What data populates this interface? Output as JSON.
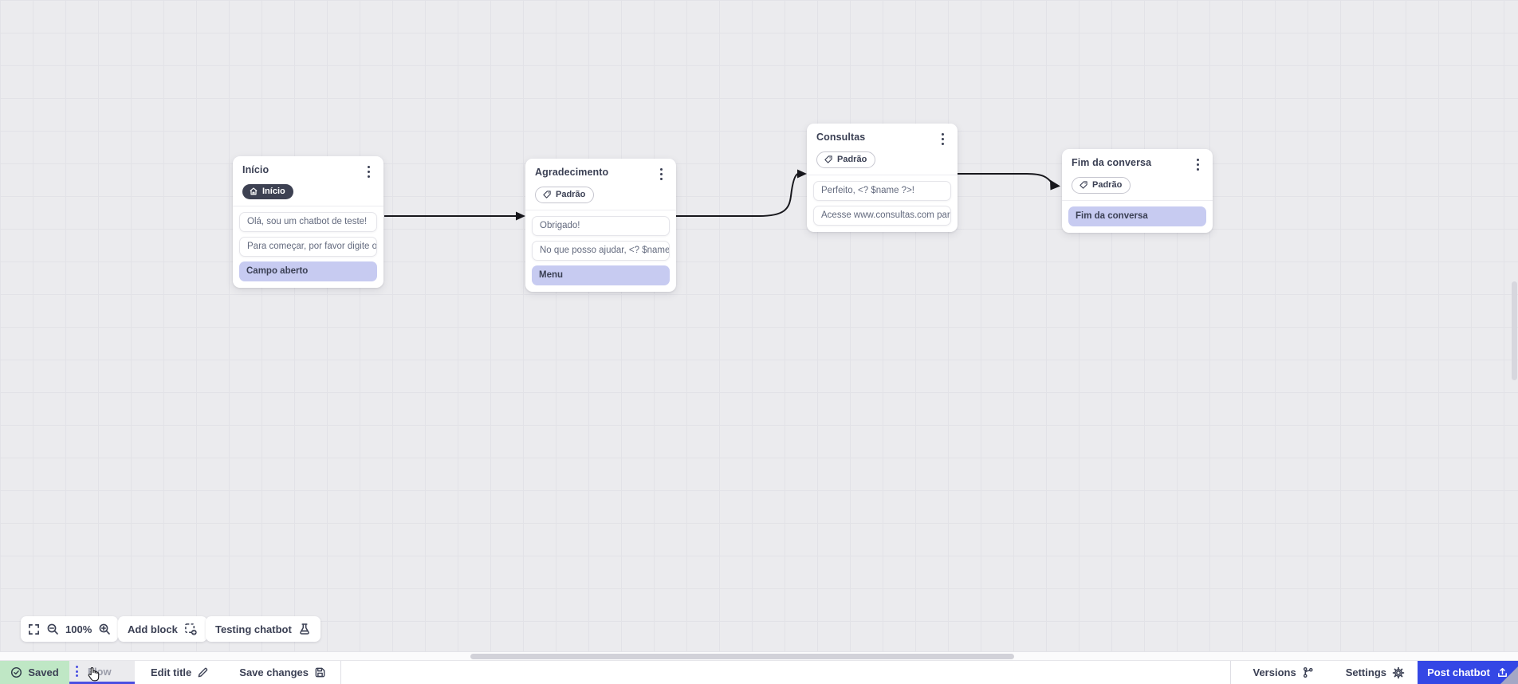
{
  "canvas": {
    "nodes": [
      {
        "title": "Início",
        "badge": {
          "label": "Início",
          "style": "dark",
          "icon": "home-icon"
        },
        "items": [
          {
            "type": "message",
            "text": "Olá, sou um chatbot de teste!"
          },
          {
            "type": "message",
            "text": "Para começar, por favor digite o ..."
          },
          {
            "type": "block",
            "text": "Campo aberto"
          }
        ]
      },
      {
        "title": "Agradecimento",
        "badge": {
          "label": "Padrão",
          "style": "outline",
          "icon": "tag-icon"
        },
        "items": [
          {
            "type": "message",
            "text": "Obrigado!"
          },
          {
            "type": "message",
            "text": "No que posso ajudar, <? $name ..."
          },
          {
            "type": "block",
            "text": "Menu"
          }
        ]
      },
      {
        "title": "Consultas",
        "badge": {
          "label": "Padrão",
          "style": "outline",
          "icon": "tag-icon"
        },
        "items": [
          {
            "type": "message",
            "text": "Perfeito, <? $name ?>!"
          },
          {
            "type": "message",
            "text": "Acesse www.consultas.com par..."
          }
        ]
      },
      {
        "title": "Fim da conversa",
        "badge": {
          "label": "Padrão",
          "style": "outline",
          "icon": "tag-icon"
        },
        "items": [
          {
            "type": "block",
            "text": "Fim da conversa"
          }
        ]
      }
    ],
    "connections": [
      {
        "from": "Início",
        "to": "Agradecimento"
      },
      {
        "from": "Agradecimento",
        "to": "Consultas"
      },
      {
        "from": "Consultas",
        "to": "Fim da conversa"
      }
    ]
  },
  "toolbar": {
    "zoom_level": "100%",
    "add_block_label": "Add block",
    "testing_label": "Testing chatbot"
  },
  "statusbar": {
    "saved_label": "Saved",
    "flow_tab_label": "Flow",
    "edit_title_label": "Edit title",
    "save_changes_label": "Save changes",
    "versions_label": "Versions",
    "settings_label": "Settings",
    "post_chatbot_label": "Post chatbot"
  },
  "colors": {
    "accent_blue": "#3447e5",
    "accent_indigo": "#4b4fe2",
    "saved_green": "#bfe7c5",
    "block_purple": "#c7cbf1",
    "badge_dark": "#3d4152",
    "canvas_bg": "#ebebee",
    "wire_black": "#17171c"
  }
}
